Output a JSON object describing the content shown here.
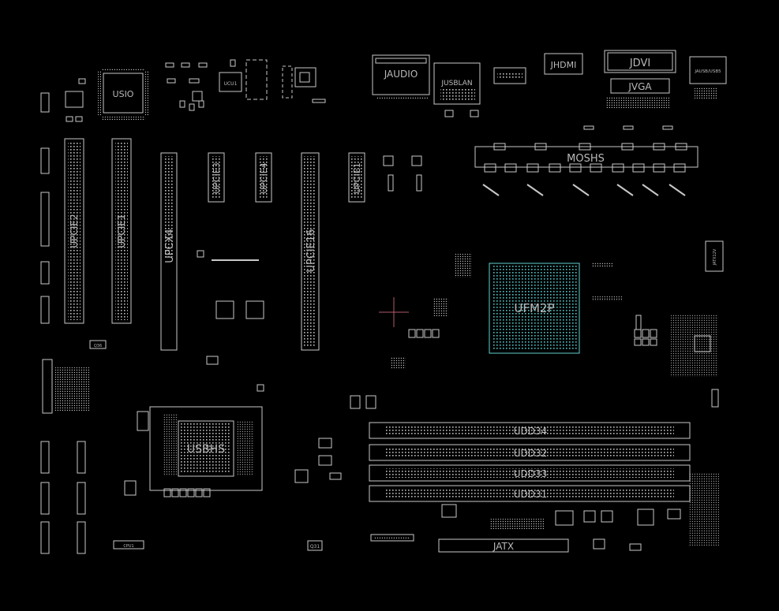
{
  "colors": {
    "background": "#000000",
    "outline": "#c8c8c8",
    "label": "#b9b9b9",
    "cpu_pins": "#53c4c4",
    "crosshair": "#b05a6a"
  },
  "labels": {
    "usio": "USIO",
    "ucu1": "UCU1",
    "jaudio": "JAUDIO",
    "jusblan": "JUSBLAN",
    "jhdmi": "JHDMI",
    "jdvi": "JDVI",
    "jvga": "JVGA",
    "jusb": "JAUSB/USB5",
    "upcie2": "UPCIE2",
    "upcie1": "UPCIE1",
    "upcx4": "UPCX4",
    "upcie3": "UPCIE3",
    "upcie4": "UPCIE4",
    "upcie16": "UPCIE16",
    "upcie5": "UPCIE1",
    "cpu": "UFM2P",
    "mos": "MOSHS",
    "jatx12v": "JATX12V",
    "usbhs": "USBHS",
    "udd34": "UDD34",
    "udd32": "UDD32",
    "udd33": "UDD33",
    "udd31": "UDD31",
    "jatx": "JATX",
    "q31": "Q31",
    "q36": "Q36",
    "cpu1": "CPU1"
  }
}
